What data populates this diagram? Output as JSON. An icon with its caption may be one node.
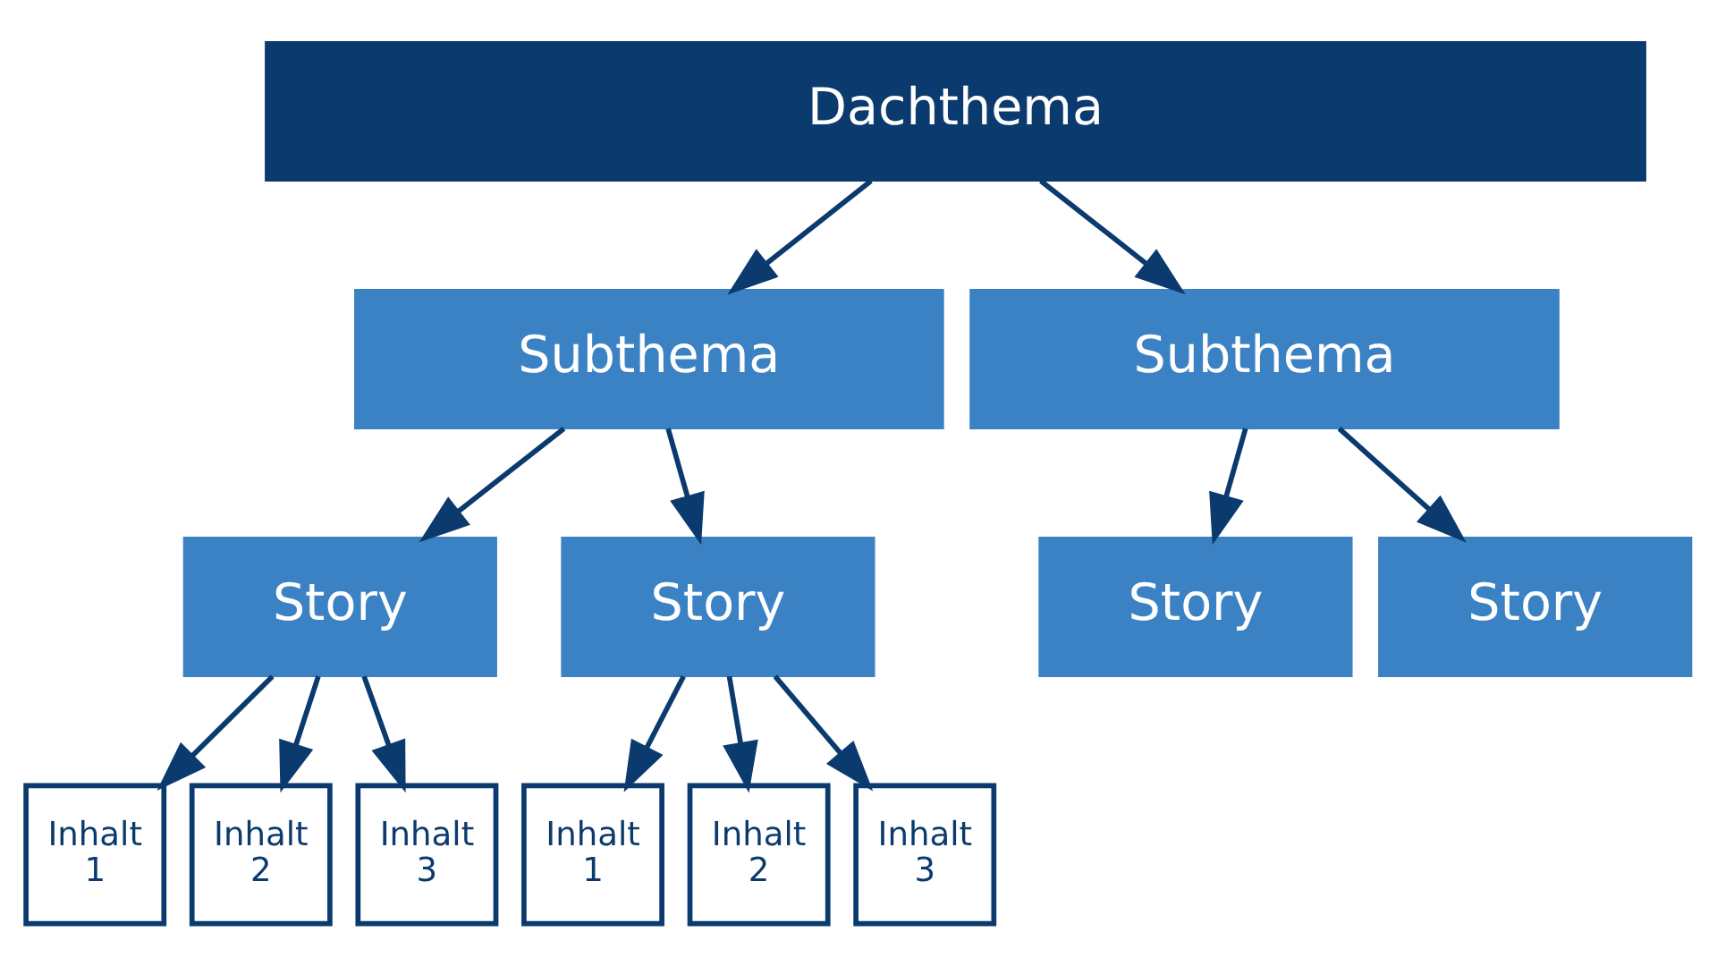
{
  "diagram": {
    "nodes": [
      {
        "text": [
          "Dachthema"
        ]
      },
      {
        "text": [
          "Subthema"
        ]
      },
      {
        "text": [
          "Subthema"
        ]
      },
      {
        "text": [
          "Story"
        ]
      },
      {
        "text": [
          "Story"
        ]
      },
      {
        "text": [
          "Story"
        ]
      },
      {
        "text": [
          "Story"
        ]
      },
      {
        "text": [
          "Inhalt 1"
        ]
      },
      {
        "text": [
          "Inhalt 2"
        ]
      },
      {
        "text": [
          "Inhalt 3"
        ]
      },
      {
        "text": [
          "Inhalt 1"
        ]
      },
      {
        "text": [
          "Inhalt 2"
        ]
      },
      {
        "text": [
          "Inhalt 3"
        ]
      }
    ],
    "edges": [
      {
        "from": 0,
        "to": 1,
        "arrow": "to"
      },
      {
        "from": 0,
        "to": 2,
        "arrow": "to"
      },
      {
        "from": 1,
        "to": 3,
        "arrow": "to"
      },
      {
        "from": 1,
        "to": 4,
        "arrow": "to"
      },
      {
        "from": 2,
        "to": 5,
        "arrow": "to"
      },
      {
        "from": 2,
        "to": 6,
        "arrow": "to"
      },
      {
        "from": 3,
        "to": 7,
        "arrow": "to"
      },
      {
        "from": 3,
        "to": 8,
        "arrow": "to"
      },
      {
        "from": 3,
        "to": 9,
        "arrow": "to"
      },
      {
        "from": 4,
        "to": 10,
        "arrow": "to"
      },
      {
        "from": 4,
        "to": 11,
        "arrow": "to"
      },
      {
        "from": 4,
        "to": 12,
        "arrow": "to"
      }
    ]
  }
}
